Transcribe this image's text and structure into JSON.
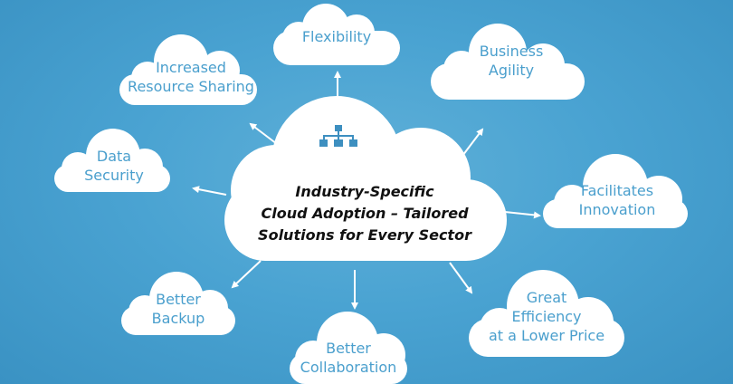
{
  "center": {
    "lines": [
      "Industry-Specific",
      "Cloud Adoption – Tailored",
      "Solutions for Every Sector"
    ],
    "icon": "network-hierarchy-icon"
  },
  "benefits": [
    {
      "id": "flexibility",
      "lines": [
        "Flexibility"
      ]
    },
    {
      "id": "business-agility",
      "lines": [
        "Business",
        "Agility"
      ]
    },
    {
      "id": "increased-resource-sharing",
      "lines": [
        "Increased",
        "Resource Sharing"
      ]
    },
    {
      "id": "data-security",
      "lines": [
        "Data",
        "Security"
      ]
    },
    {
      "id": "facilitates-innovation",
      "lines": [
        "Facilitates",
        "Innovation"
      ]
    },
    {
      "id": "better-backup",
      "lines": [
        "Better",
        "Backup"
      ]
    },
    {
      "id": "better-collaboration",
      "lines": [
        "Better",
        "Collaboration"
      ]
    },
    {
      "id": "great-efficiency",
      "lines": [
        "Great",
        "Efficiency",
        "at a Lower Price"
      ]
    }
  ],
  "colors": {
    "background": "#4aa3d2",
    "cloud": "#ffffff",
    "label_text": "#4a9fcd",
    "center_text": "#111111",
    "icon": "#3d8fc0",
    "arrow": "#ffffff"
  }
}
